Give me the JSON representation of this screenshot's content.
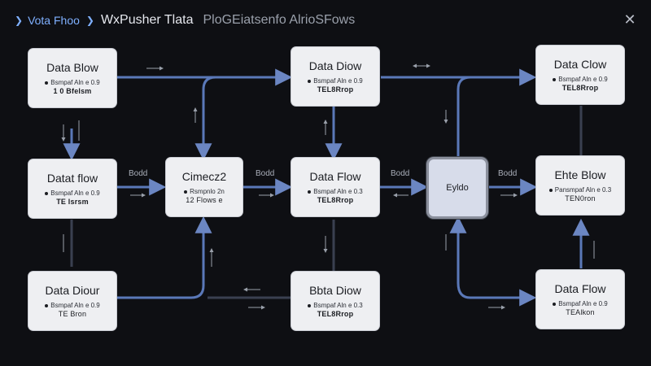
{
  "header": {
    "breadcrumb_root": "Vota Fhoo",
    "title": "WxPusher Tlata",
    "subtitle": "PloGEiatsenfo AlrioSFows",
    "close_label": "✕"
  },
  "nodes": {
    "n1": {
      "title": "Data Blow",
      "meta": "Bsmpaf Aln e 0.9",
      "sub": "1 0 Bfelsm"
    },
    "n2": {
      "title": "Data Diow",
      "meta": "Bsmpaf Aln e 0.9",
      "sub": "TEL8Rrop"
    },
    "n3": {
      "title": "Data Clow",
      "meta": "Bsmpaf Aln e 0.9",
      "sub": "TEL8Rrop"
    },
    "n4": {
      "title": "Datat flow",
      "meta": "Bsmpaf Aln e 0.9",
      "sub": "TE lsrsm"
    },
    "n5": {
      "title": "Cimecz2",
      "meta": "Rsmpnlo 2n",
      "sub": "12 Flows e"
    },
    "n6": {
      "title": "Data Flow",
      "meta": "Bsmpaf Aln e 0.3",
      "sub": "TEL8Rrop"
    },
    "n7": {
      "title": "Eyldo",
      "meta": "",
      "sub": ""
    },
    "n8": {
      "title": "Ehte Blow",
      "meta": "Pansmpaf Aln e 0.3",
      "sub": "TEN0ron"
    },
    "n9": {
      "title": "Data Diour",
      "meta": "Bsmpaf Aln e 0.9",
      "sub": "TE Bron"
    },
    "n10": {
      "title": "Bbta Diow",
      "meta": "Bsmpaf Aln e 0.3",
      "sub": "TEL8Rrop"
    },
    "n11": {
      "title": "Data Flow",
      "meta": "Bsmpaf Aln e 0.9",
      "sub": "TEAlkon"
    }
  },
  "edge_labels": {
    "l1": "Bodd",
    "l2": "Bodd",
    "l3": "Bodd",
    "l4": "Bodd"
  },
  "colors": {
    "edge": "#5a78b8",
    "edge_light": "#9aa8c8",
    "node_bg": "#eeeff2",
    "selected_bg": "#d7dcea",
    "accent": "#7fb0ff"
  }
}
